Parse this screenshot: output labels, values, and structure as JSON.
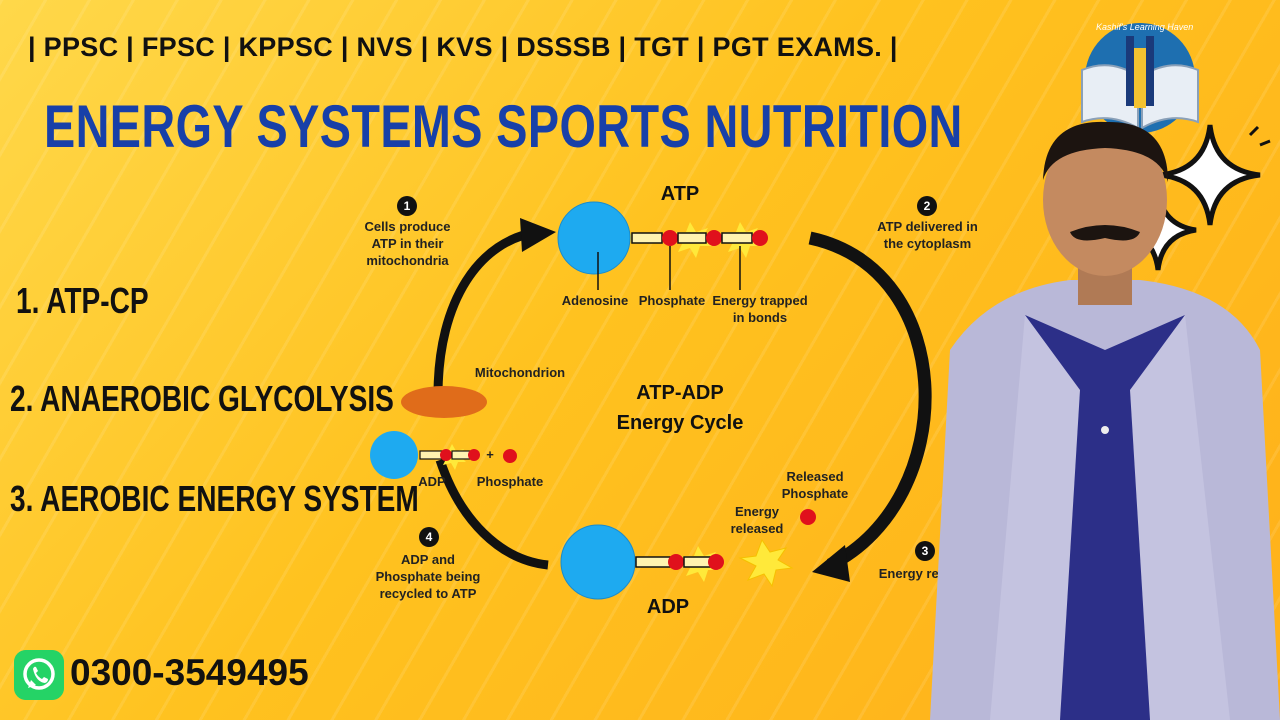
{
  "header": {
    "exams": "| PPSC | FPSC | KPPSC | NVS | KVS | DSSSB | TGT | PGT EXAMS. |",
    "title": "ENERGY SYSTEMS SPORTS NUTRITION"
  },
  "systems": [
    {
      "label": "1. ATP-CP"
    },
    {
      "label": "2. ANAEROBIC GLYCOLYSIS"
    },
    {
      "label": "3. AEROBIC ENERGY SYSTEM"
    }
  ],
  "diagram": {
    "atp_label": "ATP",
    "adp_label": "ADP",
    "center_title_line1": "ATP-ADP",
    "center_title_line2": "Energy Cycle",
    "steps": [
      {
        "number": "1",
        "text_lines": [
          "Cells produce",
          "ATP in their",
          "mitochondria"
        ]
      },
      {
        "number": "2",
        "text_lines": [
          "ATP delivered in",
          "the cytoplasm"
        ]
      },
      {
        "number": "3",
        "text_lines": [
          "Energy release"
        ]
      },
      {
        "number": "4",
        "text_lines": [
          "ADP and",
          "Phosphate being",
          "recycled to ATP"
        ]
      }
    ],
    "part_labels": {
      "adenosine": "Adenosine",
      "phosphate": "Phosphate",
      "energy_trapped_1": "Energy trapped",
      "energy_trapped_2": "in bonds",
      "mitochondrion": "Mitochondrion",
      "adp_small": "ADP",
      "plus": "+",
      "phosphate_small": "Phosphate",
      "energy_released_1": "Energy",
      "energy_released_2": "released",
      "released_phosphate_1": "Released",
      "released_phosphate_2": "Phosphate"
    },
    "colors": {
      "adenosine": "#1eaaf0",
      "phosphate": "#e0101c",
      "mitochondrion": "#e06c1a",
      "burst": "#ffe93a"
    }
  },
  "contact": {
    "phone": "0300-3549495",
    "icon": "whatsapp-icon"
  },
  "brand": {
    "logo_text": "Kashif's Learning Haven",
    "logo_icon": "open-book-icon"
  },
  "decor": {
    "sparkle_icon": "sparkle-icon"
  }
}
